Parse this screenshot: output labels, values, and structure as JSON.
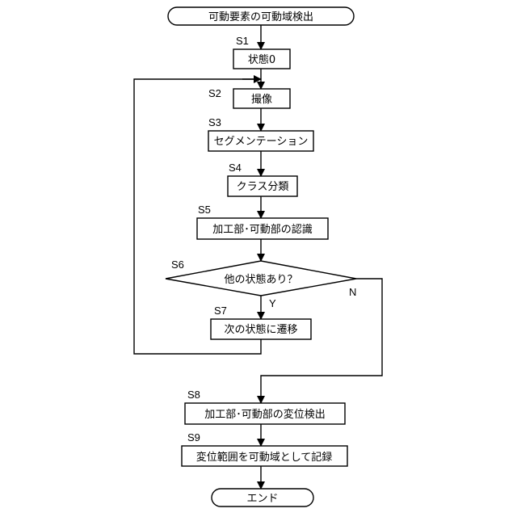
{
  "title": "可動要素の可動域検出",
  "end": "エンド",
  "steps": [
    {
      "id": "S1",
      "text": "状態0"
    },
    {
      "id": "S2",
      "text": "撮像"
    },
    {
      "id": "S3",
      "text": "セグメンテーション"
    },
    {
      "id": "S4",
      "text": "クラス分類"
    },
    {
      "id": "S5",
      "text": "加工部･可動部の認識"
    },
    {
      "id": "S6",
      "text": "他の状態あり？"
    },
    {
      "id": "S7",
      "text": "次の状態に遷移"
    },
    {
      "id": "S8",
      "text": "加工部･可動部の変位検出"
    },
    {
      "id": "S9",
      "text": "変位範囲を可動域として記録"
    }
  ],
  "branch": {
    "yes": "Y",
    "no": "N"
  }
}
